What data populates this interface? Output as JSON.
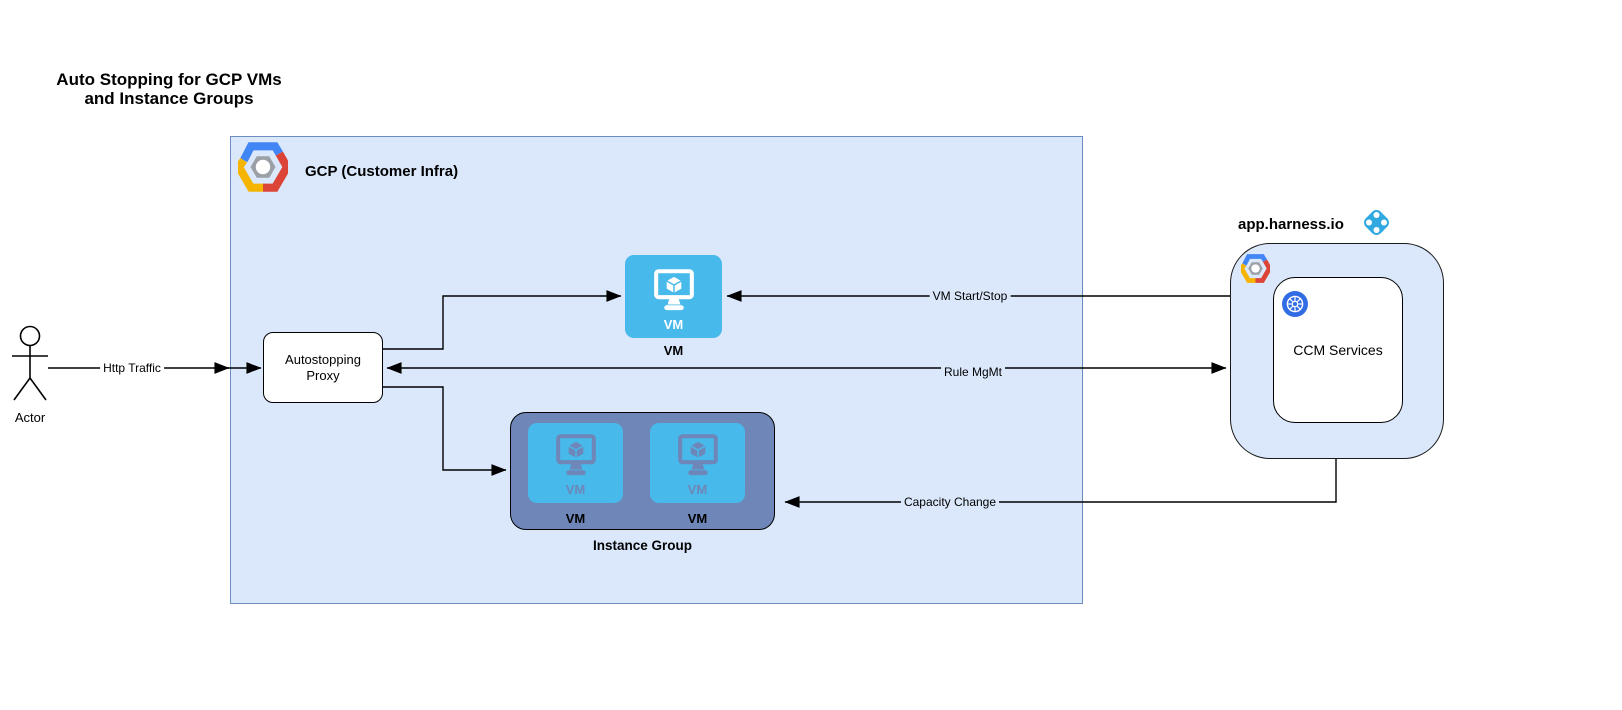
{
  "title": "Auto Stopping for GCP VMs\nand Instance Groups",
  "actor": {
    "label": "Actor"
  },
  "gcp": {
    "label": "GCP (Customer Infra)"
  },
  "proxy": {
    "label": "Autostopping\nProxy"
  },
  "vm": {
    "icon_text": "VM",
    "caption": "VM"
  },
  "instance_group": {
    "caption": "Instance Group",
    "tiles": [
      {
        "icon_text": "VM",
        "caption": "VM"
      },
      {
        "icon_text": "VM",
        "caption": "VM"
      }
    ]
  },
  "harness": {
    "domain": "app.harness.io",
    "ccm": "CCM Services"
  },
  "edges": {
    "http_traffic": "Http Traffic",
    "vm_start_stop": "VM Start/Stop",
    "rule_mgmt": "Rule MgMt",
    "capacity_change": "Capacity Change"
  },
  "icons": {
    "gcp_logo": "gcp-hexagon-logo",
    "harness_logo": "harness-diamond-logo",
    "kubernetes_logo": "kubernetes-helm-logo",
    "vm_icon": "monitor-with-cube-icon",
    "actor_icon": "stick-figure-icon"
  },
  "colors": {
    "gcp_box_fill": "#DBE8FC",
    "gcp_box_border": "#6C8EBF",
    "vm_tile_blue": "#47B9EA",
    "instance_group_fill": "#6E86B8",
    "harness_logo_blue": "#2FA9E0",
    "kubernetes_blue": "#326CE5",
    "logo_blue": "#4285F4",
    "logo_red": "#DB4437",
    "logo_yellow": "#F4B400",
    "logo_gray": "#9AA0A6"
  }
}
